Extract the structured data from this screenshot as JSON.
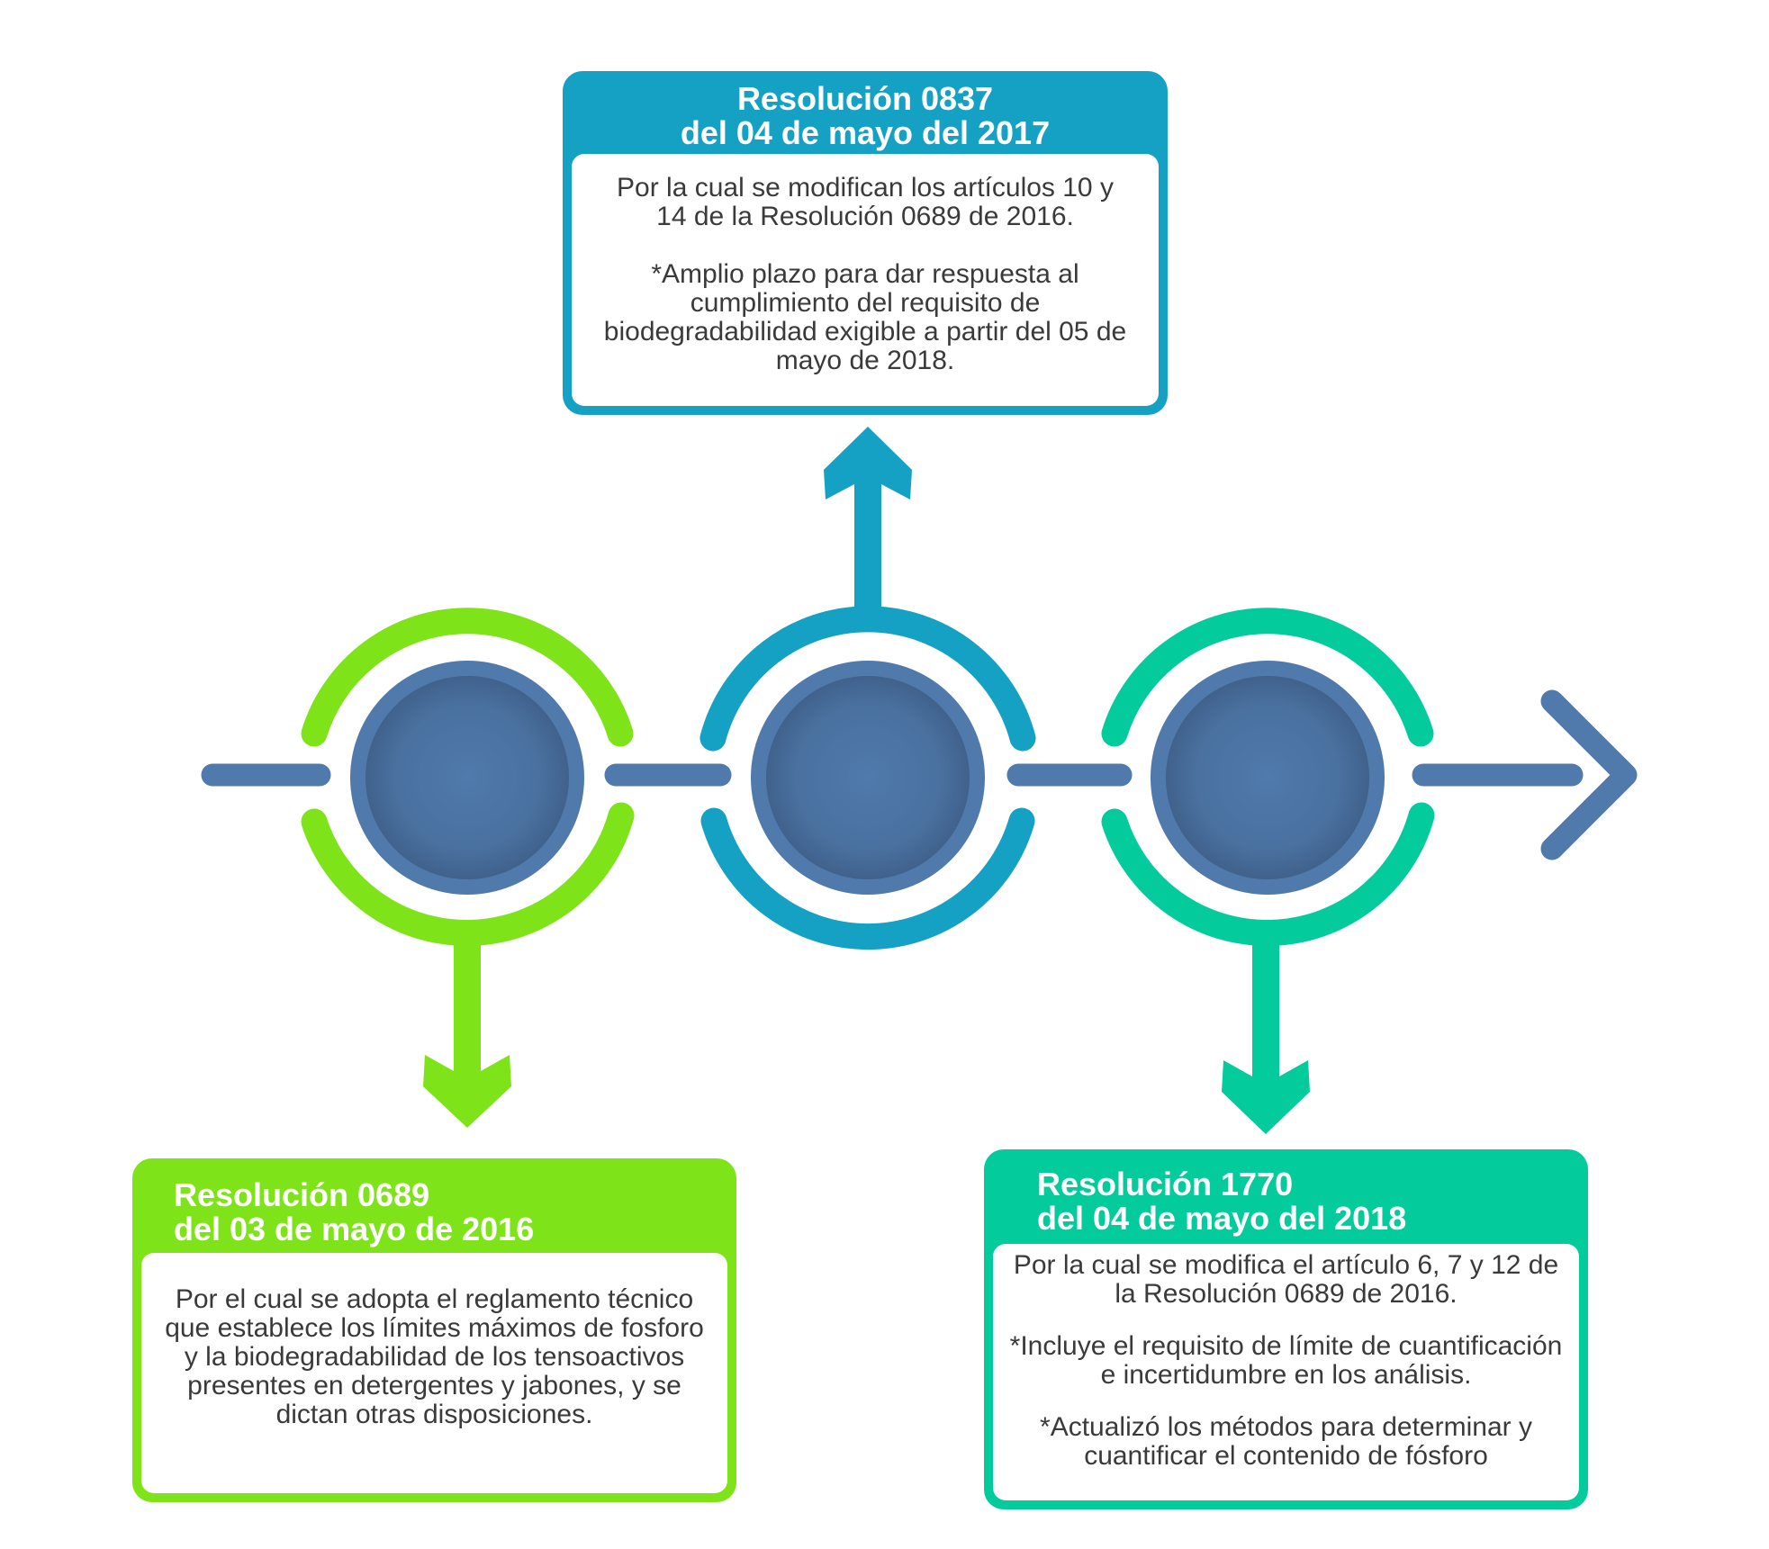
{
  "colors": {
    "timeline": "#4f7aab",
    "node_inner": "#476b96",
    "node1": "#7ee319",
    "node2": "#15a1c3",
    "node3": "#03cb9c",
    "body_text": "#3a3a3a"
  },
  "timeline": {
    "direction_icon": "chevron-right-icon",
    "nodes": [
      {
        "name": "Resolución 0689",
        "arrow": "down"
      },
      {
        "name": "Resolución 0837",
        "arrow": "up"
      },
      {
        "name": "Resolución 1770",
        "arrow": "down"
      }
    ]
  },
  "cards": {
    "left": {
      "title_line1": "Resolución 0689",
      "title_line2": "del 03 de mayo de 2016",
      "paragraphs": [
        "Por el cual se adopta el reglamento técnico que establece los límites máximos de fosforo y la biodegradabilidad de los tensoactivos presentes en detergentes y jabones, y se dictan otras disposiciones."
      ]
    },
    "top": {
      "title_line1": "Resolución 0837",
      "title_line2": "del 04 de mayo del 2017",
      "paragraphs": [
        "Por la cual se modifican los artículos 10 y 14 de la Resolución 0689 de 2016.",
        "*Amplio plazo para dar respuesta al cumplimiento del requisito de biodegradabilidad exigible a partir del 05 de mayo de 2018."
      ]
    },
    "right": {
      "title_line1": "Resolución 1770",
      "title_line2": "del 04 de mayo del 2018",
      "paragraphs": [
        "Por la cual se modifica el artículo 6, 7 y 12 de la Resolución 0689 de 2016.",
        "*Incluye el requisito de límite de cuantificación e incertidumbre en los análisis.",
        "*Actualizó los métodos para determinar y cuantificar el contenido de fósforo"
      ]
    }
  }
}
